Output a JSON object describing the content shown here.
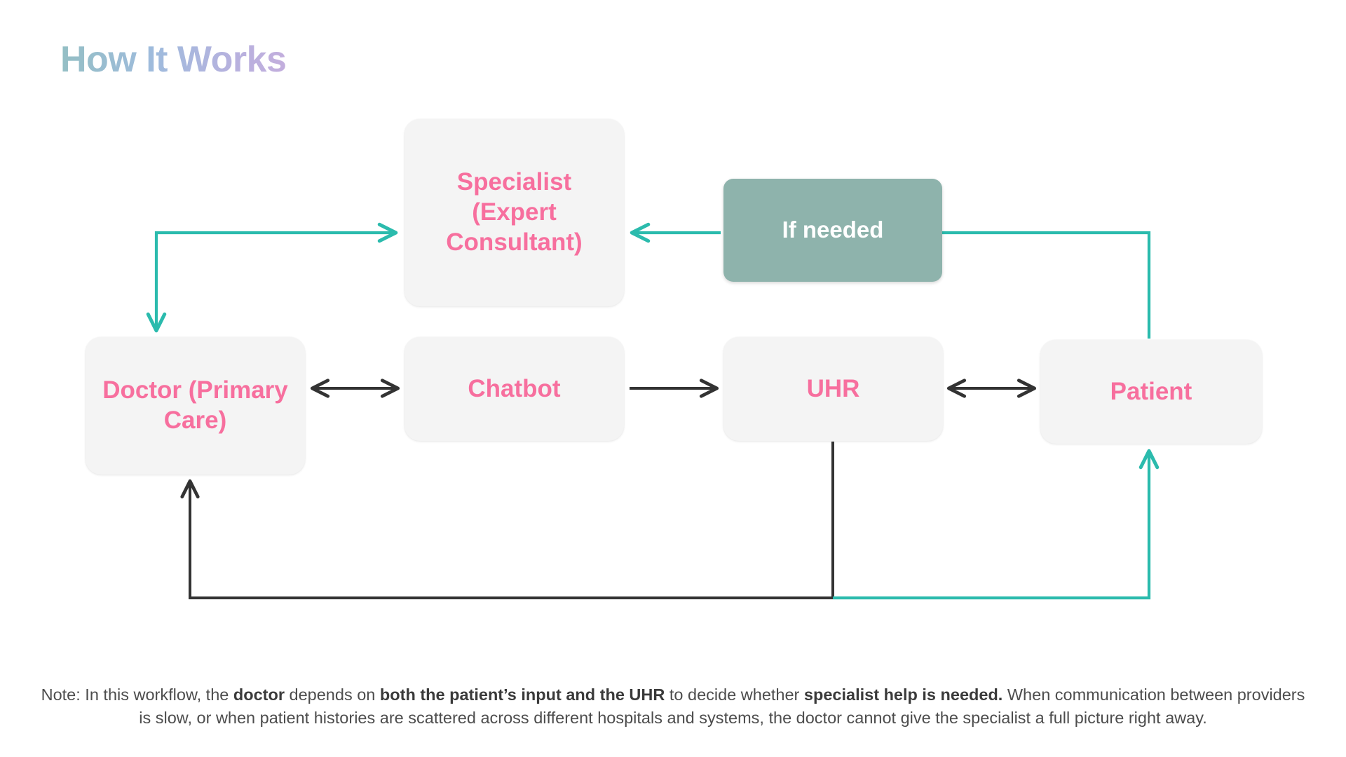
{
  "title": "How It Works",
  "theme": {
    "node_bg": "#f4f4f4",
    "node_text": "#f76f9e",
    "accent_bg": "#8eb3ac",
    "accent_text": "#ffffff",
    "teal_arrow": "#2bbbad",
    "dark_arrow": "#333333",
    "title_gradient_from": "#94bfc4",
    "title_gradient_to": "#c3aedd",
    "note_text": "#4d4d4d",
    "page_bg": "#ffffff"
  },
  "nodes": {
    "specialist": {
      "label": "Specialist (Expert Consultant)"
    },
    "if_needed": {
      "label": "If needed"
    },
    "doctor": {
      "label": "Doctor (Primary Care)"
    },
    "chatbot": {
      "label": "Chatbot"
    },
    "uhr": {
      "label": "UHR"
    },
    "patient": {
      "label": "Patient"
    }
  },
  "connections": [
    {
      "from": "doctor",
      "to": "specialist",
      "style": "teal",
      "heads": "both",
      "shape": "elbow-left-up"
    },
    {
      "from": "if_needed",
      "to": "specialist",
      "style": "teal",
      "heads": "end",
      "shape": "straight-left"
    },
    {
      "from": "if_needed",
      "to": "patient",
      "style": "teal",
      "heads": "none",
      "shape": "elbow-right-down"
    },
    {
      "from": "doctor",
      "to": "chatbot",
      "style": "dark",
      "heads": "both",
      "shape": "straight"
    },
    {
      "from": "chatbot",
      "to": "uhr",
      "style": "dark",
      "heads": "end",
      "shape": "straight"
    },
    {
      "from": "uhr",
      "to": "patient",
      "style": "dark",
      "heads": "both",
      "shape": "straight"
    },
    {
      "from": "uhr",
      "to": "doctor",
      "style": "dark",
      "heads": "end",
      "shape": "elbow-bottom-left"
    },
    {
      "from": "uhr",
      "to": "patient",
      "style": "teal",
      "heads": "end",
      "shape": "elbow-bottom-right"
    }
  ],
  "note": {
    "prefix": "Note: In this workflow, the ",
    "bold1": "doctor",
    "mid1": " depends on ",
    "bold2": "both the patient’s input and the UHR",
    "mid2": " to decide whether ",
    "bold3": "specialist help is needed.",
    "suffix": " When communication between providers is slow, or when patient histories are scattered across different hospitals and systems, the doctor cannot give the specialist a full picture right away."
  }
}
